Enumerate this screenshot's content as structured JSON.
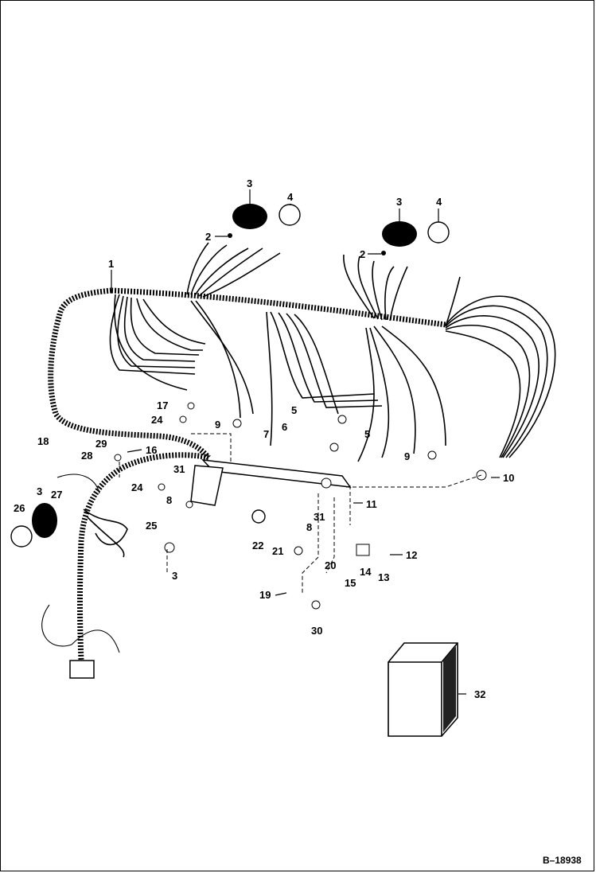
{
  "figure": {
    "reference": "B–18938",
    "callouts": {
      "c1": "1",
      "c2a": "2",
      "c2b": "2",
      "c3a": "3",
      "c3b": "3",
      "c3c": "3",
      "c3d": "3",
      "c4a": "4",
      "c4b": "4",
      "c5a": "5",
      "c5b": "5",
      "c6": "6",
      "c7": "7",
      "c8a": "8",
      "c8b": "8",
      "c9a": "9",
      "c9b": "9",
      "c10": "10",
      "c11": "11",
      "c12": "12",
      "c13": "13",
      "c14": "14",
      "c15": "15",
      "c16": "16",
      "c17": "17",
      "c18": "18",
      "c19": "19",
      "c20": "20",
      "c21": "21",
      "c22": "22",
      "c24a": "24",
      "c24b": "24",
      "c25": "25",
      "c26": "26",
      "c27": "27",
      "c28": "28",
      "c29": "29",
      "c30": "30",
      "c31a": "31",
      "c31b": "31",
      "c32": "32"
    }
  }
}
